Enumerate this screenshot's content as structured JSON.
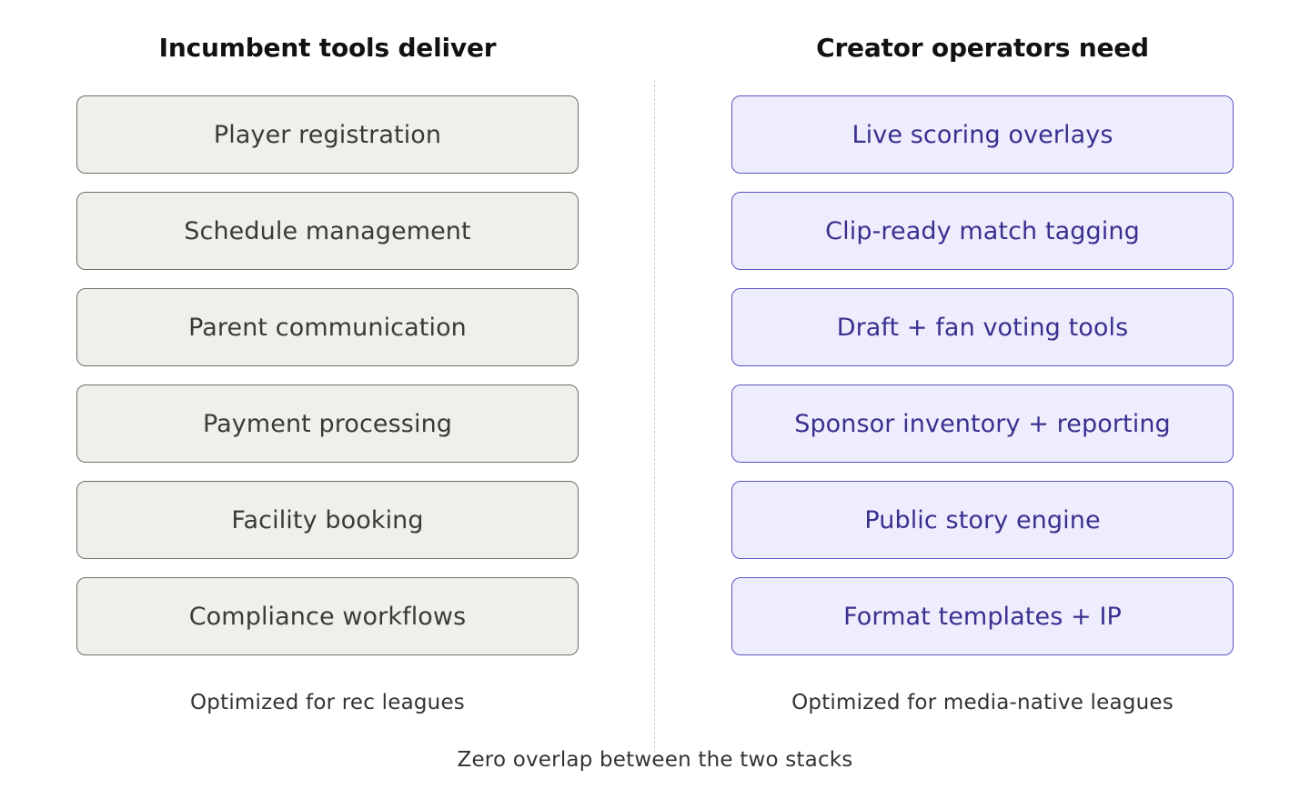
{
  "left": {
    "title": "Incumbent tools deliver",
    "items": [
      "Player registration",
      "Schedule management",
      "Parent communication",
      "Payment processing",
      "Facility booking",
      "Compliance workflows"
    ],
    "caption": "Optimized for rec leagues"
  },
  "right": {
    "title": "Creator operators need",
    "items": [
      "Live scoring overlays",
      "Clip-ready match tagging",
      "Draft + fan voting tools",
      "Sponsor inventory + reporting",
      "Public story engine",
      "Format templates + IP"
    ],
    "caption": "Optimized for media-native leagues"
  },
  "footer": "Zero overlap between the two stacks",
  "colors": {
    "left_fill": "#f1efe9",
    "left_border": "#6f6e6a",
    "right_fill": "#eeedfd",
    "right_border": "#5b54c6",
    "right_text": "#3b2f8f"
  }
}
